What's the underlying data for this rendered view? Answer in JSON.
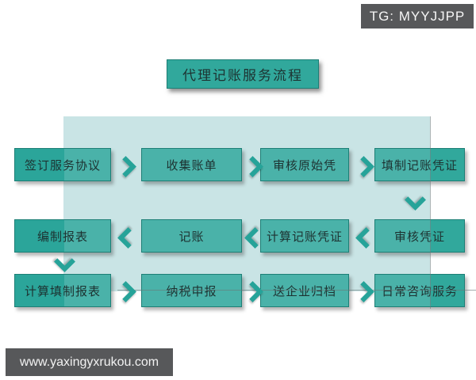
{
  "badge": {
    "label": "TG: MYYJJPP"
  },
  "title": {
    "label": "代理记账服务流程"
  },
  "flow": {
    "rows": [
      {
        "direction": "right",
        "steps": [
          "签订服务协议",
          "收集账单",
          "审核原始凭",
          "填制记账凭证"
        ]
      },
      {
        "direction": "left",
        "steps": [
          "编制报表",
          "记账",
          "计算记账凭证",
          "审核凭证"
        ]
      },
      {
        "direction": "right",
        "steps": [
          "计算填制报表",
          "纳税申报",
          "送企业归档",
          "日常咨询服务"
        ]
      }
    ]
  },
  "footer": {
    "url": "www.yaxingyxrukou.com"
  },
  "colors": {
    "box_teal": "#4ab2a9",
    "box_teal_saturated": "#2ba59a",
    "panel_light_teal": "#c9e4e5",
    "arrow_teal": "#26a399",
    "bar_gray": "#57585a",
    "background": "#ffffff"
  }
}
